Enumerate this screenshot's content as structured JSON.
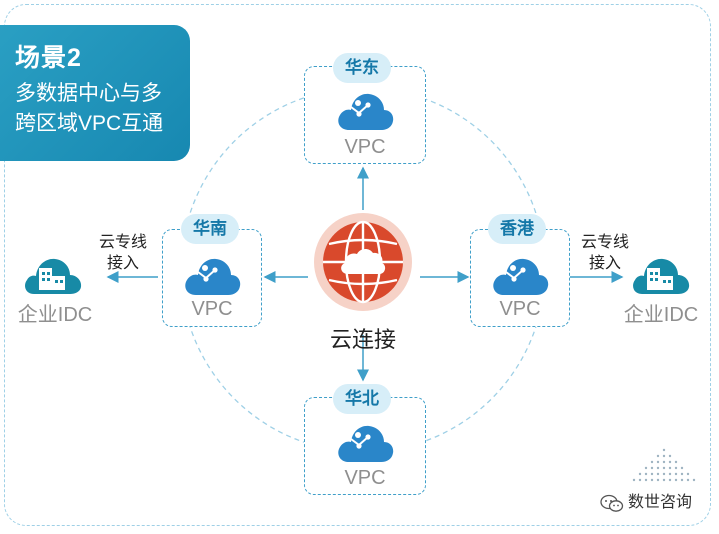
{
  "scene": {
    "title": "场景2",
    "description_line1": "多数据中心与多",
    "description_line2": "跨区域VPC互通"
  },
  "hub": {
    "label": "云连接",
    "icon": "globe-cloud-icon",
    "color": "#d9492c"
  },
  "regions": {
    "east": {
      "tag": "华东",
      "label": "VPC",
      "icon": "vpc-cloud-icon"
    },
    "south": {
      "tag": "华南",
      "label": "VPC",
      "icon": "vpc-cloud-icon"
    },
    "hongkong": {
      "tag": "香港",
      "label": "VPC",
      "icon": "vpc-cloud-icon"
    },
    "north": {
      "tag": "华北",
      "label": "VPC",
      "icon": "vpc-cloud-icon"
    }
  },
  "connections": {
    "left": {
      "line1": "云专线",
      "line2": "接入"
    },
    "right": {
      "line1": "云专线",
      "line2": "接入"
    }
  },
  "idc": {
    "left": {
      "label": "企业IDC",
      "icon": "building-cloud-icon"
    },
    "right": {
      "label": "企业IDC",
      "icon": "building-cloud-icon"
    }
  },
  "watermark": {
    "text": "数世咨询",
    "icon": "wechat-icon"
  },
  "colors": {
    "accent": "#1788b1",
    "vpc_blue": "#2a86c9",
    "idc_teal": "#178aa6",
    "line": "#3f9fc9"
  }
}
